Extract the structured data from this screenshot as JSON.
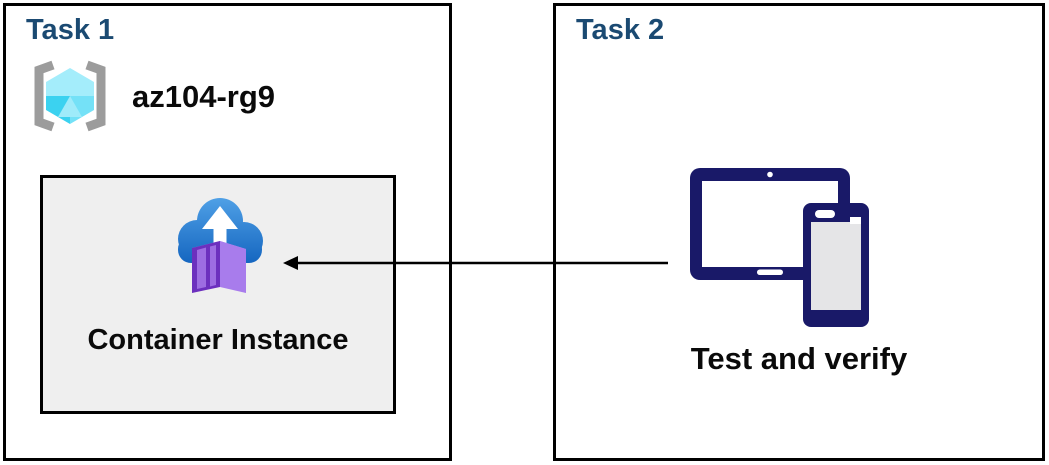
{
  "diagram": {
    "task1": {
      "title": "Task 1",
      "resource_group": {
        "name": "az104-rg9",
        "icon": "resource-group-icon"
      },
      "container": {
        "label": "Container Instance",
        "icon": "container-instance-icon"
      }
    },
    "task2": {
      "title": "Task 2",
      "label": "Test and verify",
      "icon": "devices-icon"
    },
    "arrow": {
      "from": "test-and-verify-devices",
      "to": "container-instance",
      "direction": "right-to-left",
      "color": "#000000"
    },
    "colors": {
      "title_blue": "#1B4A72",
      "box_border": "#000000",
      "inner_box_fill": "#EFEFEF",
      "device_navy": "#191968",
      "cloud_blue_top": "#4FA0E6",
      "cloud_blue_bottom": "#1566C0",
      "container_purple_front": "#6C30BE",
      "container_purple_side": "#A87CEC",
      "container_purple_top": "#B88CF2",
      "cube_cyan_light": "#A4EDFB",
      "cube_cyan_dark": "#3BD2F0",
      "bracket_gray": "#9C9C9C"
    }
  }
}
